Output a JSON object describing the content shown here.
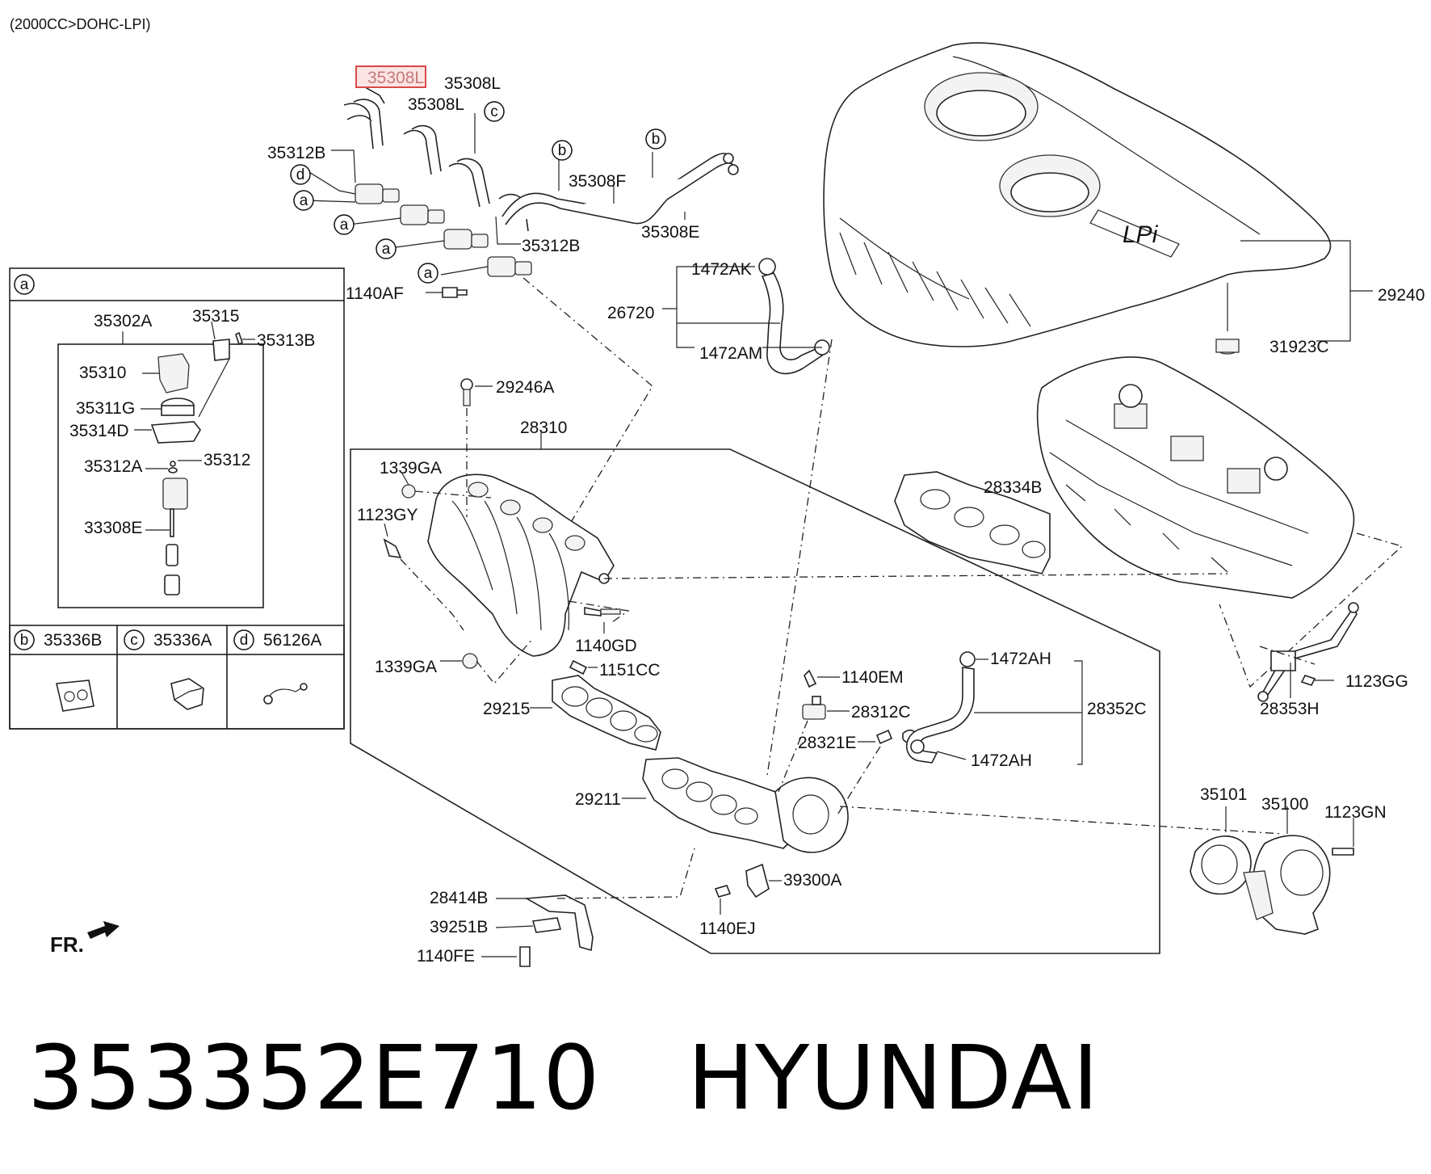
{
  "header": {
    "engine_spec": "(2000CC>DOHC-LPI)"
  },
  "callouts": {
    "c35308L_hl": "35308L",
    "c35308L_a": "35308L",
    "c35308L_b": "35308L",
    "c35312B_a": "35312B",
    "c35312B_b": "35312B",
    "c35308F": "35308F",
    "c35308E": "35308E",
    "c1140AF": "1140AF",
    "c1472AK": "1472AK",
    "c26720": "26720",
    "c1472AM": "1472AM",
    "c29240": "29240",
    "c31923C": "31923C",
    "c29246A": "29246A",
    "c28310": "28310",
    "c1339GA_a": "1339GA",
    "c1123GY": "1123GY",
    "c28334B": "28334B",
    "c1140GD": "1140GD",
    "c1339GA_b": "1339GA",
    "c1151CC": "1151CC",
    "c1140EM": "1140EM",
    "c1472AH_a": "1472AH",
    "c28312C": "28312C",
    "c28352C": "28352C",
    "c28321E": "28321E",
    "c1472AH_b": "1472AH",
    "c29215": "29215",
    "c29211": "29211",
    "c1123GG": "1123GG",
    "c28353H": "28353H",
    "c35101": "35101",
    "c35100": "35100",
    "c1123GN": "1123GN",
    "c28414B": "28414B",
    "c39251B": "39251B",
    "c1140FE": "1140FE",
    "c39300A": "39300A",
    "c1140EJ": "1140EJ"
  },
  "ref_markers": {
    "a": "a",
    "b": "b",
    "c": "c",
    "d": "d"
  },
  "inset_a": {
    "marker": "a",
    "items": {
      "i35302A": "35302A",
      "i35315": "35315",
      "i35313B": "35313B",
      "i35310": "35310",
      "i35311G": "35311G",
      "i35314D": "35314D",
      "i35312A": "35312A",
      "i35312": "35312",
      "i33308E": "33308E"
    }
  },
  "inset_cells": [
    {
      "marker": "b",
      "part": "35336B"
    },
    {
      "marker": "c",
      "part": "35336A"
    },
    {
      "marker": "d",
      "part": "56126A"
    }
  ],
  "fr_label": "FR.",
  "footer": {
    "part_number": "353352E710",
    "brand": "HYUNDAI"
  },
  "colors": {
    "highlight_fill": "#fde4e4",
    "highlight_border": "#d94a4a",
    "line": "#111111"
  }
}
